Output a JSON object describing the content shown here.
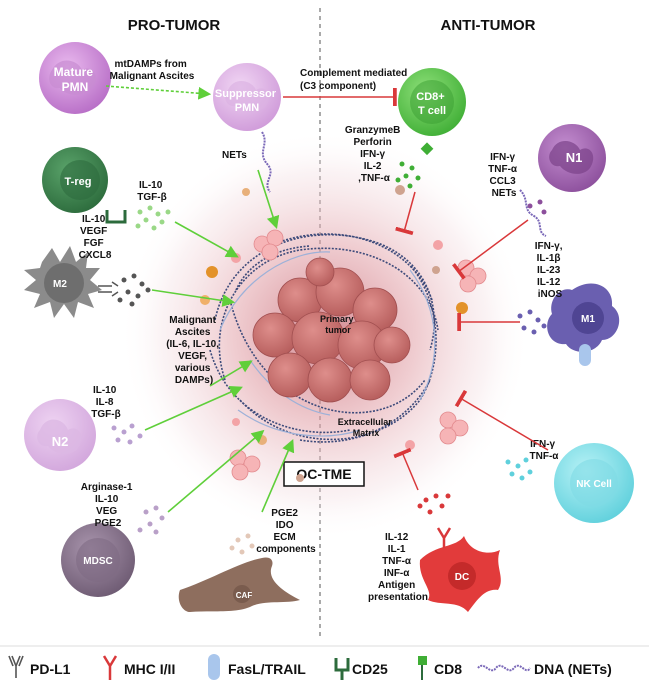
{
  "headers": {
    "pro": "PRO-TUMOR",
    "anti": "ANTI-TUMOR"
  },
  "center": {
    "label": "OC-TME",
    "primary_tumor": [
      "Primary",
      "tumor"
    ],
    "ecm": [
      "Extracellular",
      "Matrix"
    ]
  },
  "cells": {
    "mature_pmn": [
      "Mature",
      "PMN"
    ],
    "suppressor_pmn": [
      "Suppressor",
      "PMN"
    ],
    "treg": "T-reg",
    "m2": "M2",
    "n2": "N2",
    "mdsc": "MDSC",
    "caf": "CAF",
    "cd8": [
      "CD8+",
      "T cell"
    ],
    "n1": "N1",
    "m1": "M1",
    "nk": "NK Cell",
    "dc": "DC"
  },
  "labels": {
    "mtdamps": [
      "mtDAMPs from",
      "Malignant Ascites"
    ],
    "complement": [
      "Complement mediated",
      "(C3 component)"
    ],
    "nets": "NETs",
    "treg_factors": [
      "IL-10",
      "TGF-β"
    ],
    "m2_factors": [
      "IL-10",
      "VEGF",
      "FGF",
      "CXCL8"
    ],
    "ascites": [
      "Malignant",
      "Ascites",
      "(IL-6, IL-10,",
      "VEGF,",
      "various",
      "DAMPs)"
    ],
    "n2_factors": [
      "IL-10",
      "IL-8",
      "TGF-β"
    ],
    "mdsc_factors": [
      "Arginase-1",
      "IL-10",
      "VEG",
      "PGE2"
    ],
    "caf_factors": [
      "PGE2",
      "IDO",
      "ECM",
      "components"
    ],
    "cd8_factors": [
      "GranzymeB",
      "Perforin",
      "IFN-γ",
      "IL-2",
      ",TNF-α"
    ],
    "n1_factors": [
      "IFN-γ",
      "TNF-α",
      "CCL3",
      "NETs"
    ],
    "m1_factors": [
      "IFN-γ,",
      "IL-1β",
      "IL-23",
      "IL-12",
      "iNOS"
    ],
    "nk_factors": [
      "IFN-γ",
      "TNF-α"
    ],
    "dc_factors": [
      "IL-12",
      "IL-1",
      "TNF-α",
      "INF-α",
      "Antigen",
      "presentation"
    ]
  },
  "legend": [
    "PD-L1",
    "MHC I/II",
    "FasL/TRAIL",
    "CD25",
    "CD8",
    "DNA (NETs)"
  ],
  "colors": {
    "pro_arrow": "#5fcf3a",
    "anti_arrow": "#d9383a",
    "tumor": "#c9706e",
    "glow": "#d98c92"
  }
}
